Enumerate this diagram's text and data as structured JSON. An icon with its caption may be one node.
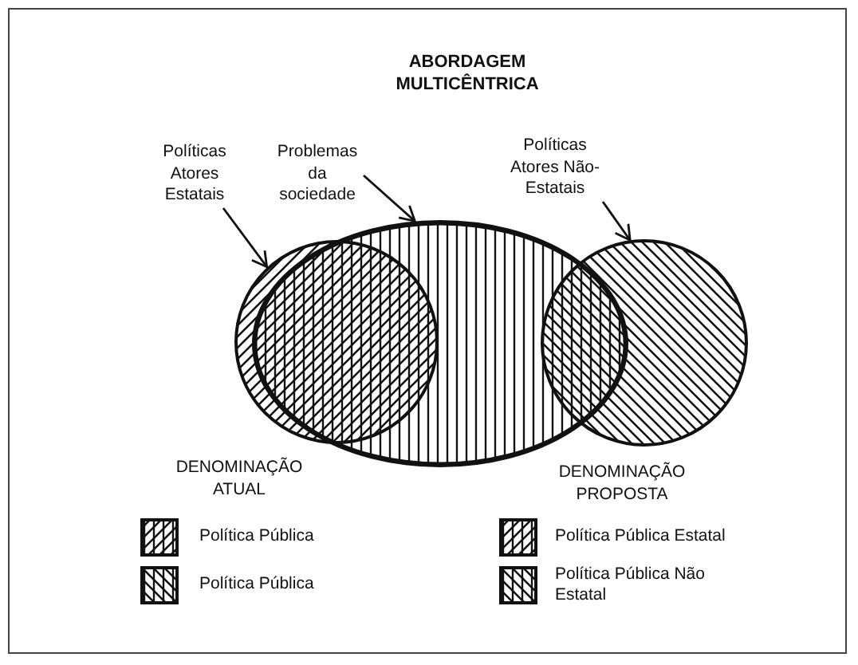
{
  "diagram": {
    "nodes": [
      {
        "text": [
          "Políticas Atores Estatais"
        ]
      },
      {
        "text": [
          "Problemas da sociedade"
        ]
      },
      {
        "text": [
          "Políticas Atores Não-Estatais"
        ]
      },
      {
        "text": [],
        "shape": "circle"
      },
      {
        "text": [],
        "shape": "ellipse"
      },
      {
        "text": [],
        "shape": "circle"
      }
    ],
    "edges": [
      {
        "from": 0,
        "to": 3,
        "arrow": "to"
      },
      {
        "from": 1,
        "to": 4,
        "arrow": "to"
      },
      {
        "from": 2,
        "to": 5,
        "arrow": "to"
      }
    ],
    "labels": [
      "ABORDAGEM MULTICÊNTRICA",
      "DENOMINAÇÃO ATUAL",
      "DENOMINAÇÃO PROPOSTA"
    ],
    "legend": [
      {
        "text": "Política Pública"
      },
      {
        "text": "Política Pública"
      },
      {
        "text": "Política Pública Estatal"
      },
      {
        "text": "Política Pública Não Estatal"
      }
    ]
  }
}
